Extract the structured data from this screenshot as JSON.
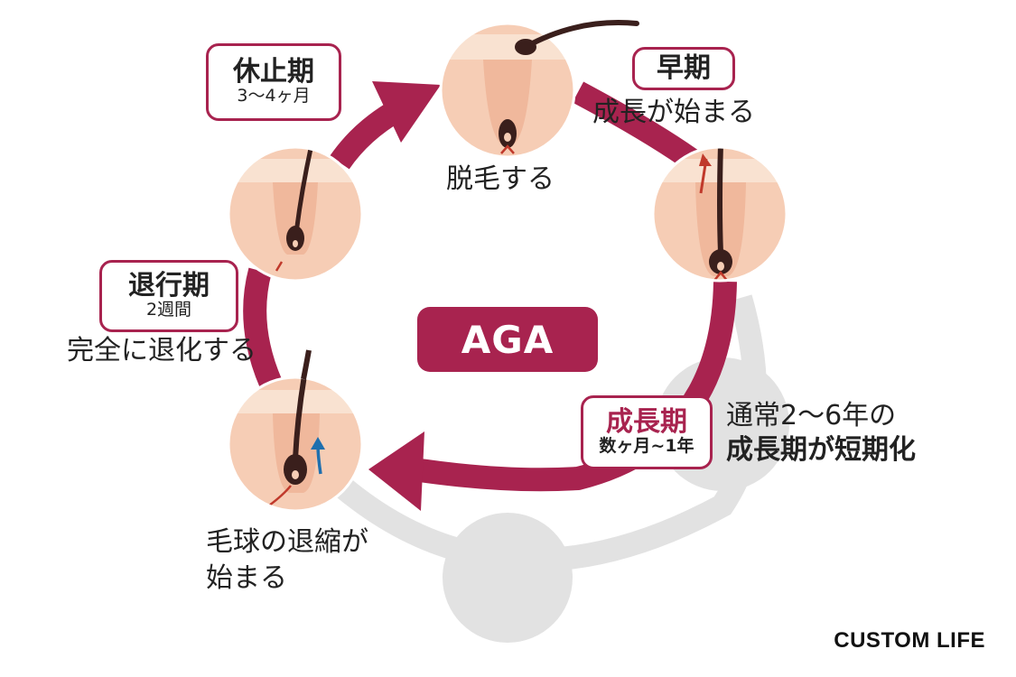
{
  "center": {
    "label": "AGA"
  },
  "stages": {
    "early": {
      "title": "早期",
      "caption": "成長が始まる"
    },
    "growth": {
      "title": "成長期",
      "sub": "数ヶ月~1年",
      "note_line1": "通常2〜6年の",
      "note_line2": "成長期が短期化"
    },
    "catagen": {
      "title": "退行期",
      "sub": "2週間",
      "caption": "完全に退化する"
    },
    "telogen": {
      "title": "休止期",
      "sub": "3〜4ヶ月"
    },
    "shedding": {
      "caption": "脱毛する"
    },
    "bulb": {
      "caption_line1": "毛球の退縮が",
      "caption_line2": "始まる"
    }
  },
  "brand": {
    "name": "CUSTOM LIFE"
  },
  "colors": {
    "arrow": "#a8234f",
    "ghost": "#e2e2e2",
    "skin": "#f6cdb5",
    "skin_top": "#f9e2d1",
    "hair": "#3a1f1c",
    "growth_arrow": "#c0392b",
    "regress_arrow": "#1f6fae"
  }
}
